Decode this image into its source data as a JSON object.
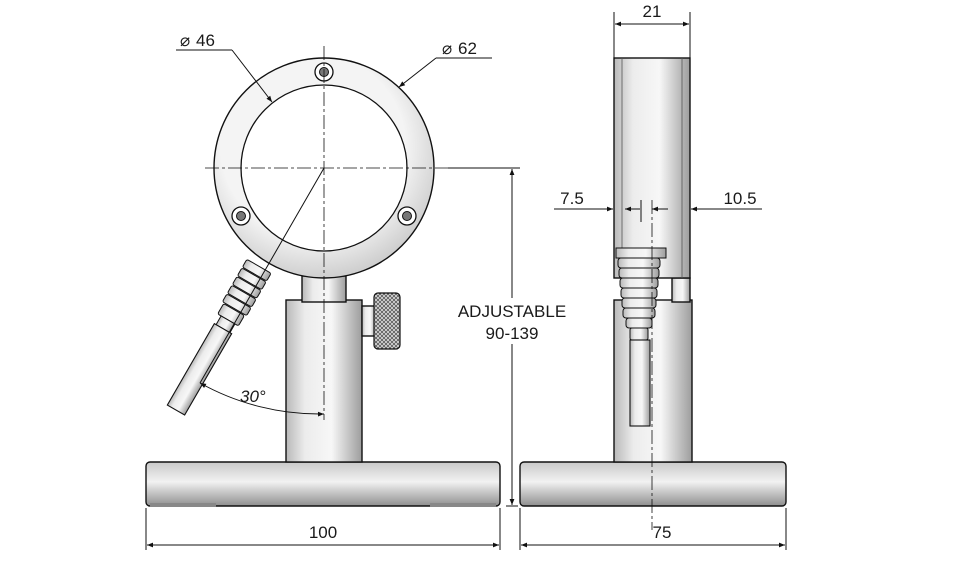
{
  "front_view": {
    "dia_inner": "46",
    "dia_outer": "62",
    "angle": "30°",
    "width": "100"
  },
  "height_note": {
    "line1": "ADJUSTABLE",
    "line2": "90-139"
  },
  "side_view": {
    "top_width": "21",
    "left_offset": "7.5",
    "right_offset": "10.5",
    "base_width": "75"
  },
  "symbols": {
    "diameter": "⌀"
  }
}
